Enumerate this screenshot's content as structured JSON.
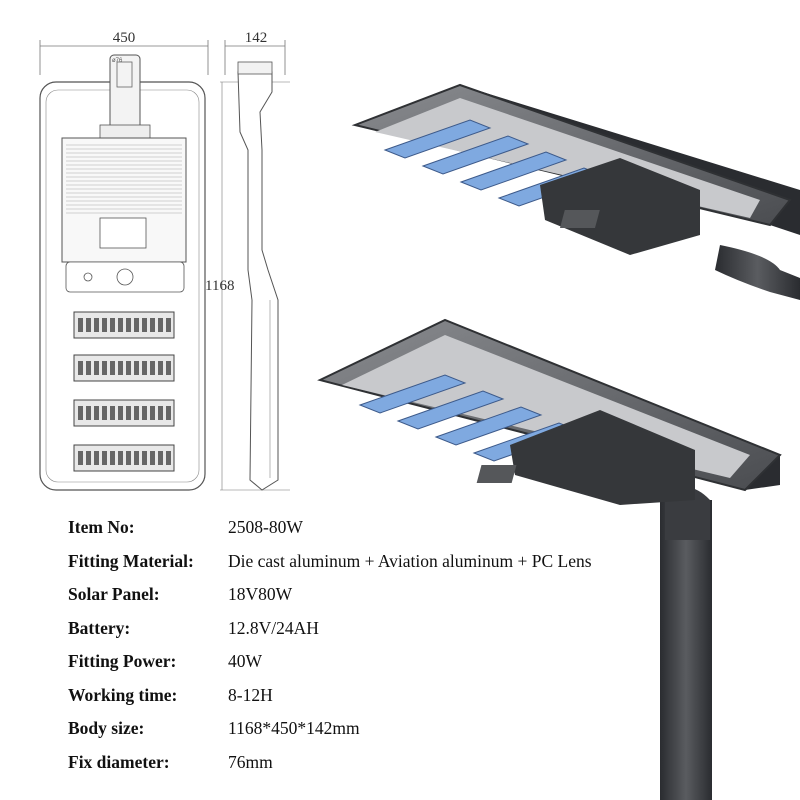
{
  "dimensions": {
    "width": "450",
    "depth": "142",
    "height": "1168",
    "pole_diameter": "ø76"
  },
  "specs": [
    {
      "label": "Item No:",
      "value": "2508-80W"
    },
    {
      "label": "Fitting Material:",
      "value": "Die cast aluminum + Aviation aluminum + PC Lens"
    },
    {
      "label": "Solar Panel:",
      "value": "18V80W"
    },
    {
      "label": "Battery:",
      "value": "12.8V/24AH"
    },
    {
      "label": "Fitting Power:",
      "value": "40W"
    },
    {
      "label": "Working time:",
      "value": "8-12H"
    },
    {
      "label": "Body size:",
      "value": "1168*450*142mm"
    },
    {
      "label": "Fix diameter:",
      "value": "76mm"
    }
  ],
  "colors": {
    "housing": "#5a5c60",
    "housing_dark": "#2f3134",
    "led_blue": "#7fa9e0",
    "pole": "#3a3c40"
  }
}
